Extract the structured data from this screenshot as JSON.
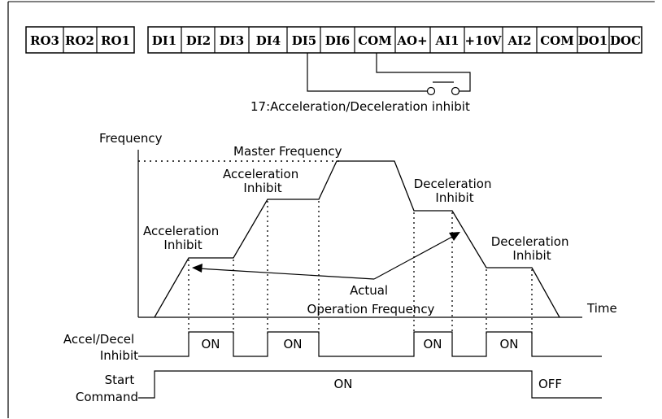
{
  "terminals": {
    "relay_group": [
      "RO3",
      "RO2",
      "RO1"
    ],
    "io_group": [
      "DI1",
      "DI2",
      "DI3",
      "DI4",
      "DI5",
      "DI6",
      "COM",
      "AO+",
      "AI1",
      "+10V",
      "AI2",
      "COM",
      "DO1",
      "DOC"
    ]
  },
  "wiring_caption": "17:Acceleration/Deceleration inhibit",
  "graph": {
    "y_axis_label": "Frequency",
    "x_axis_label": "Time",
    "master_frequency_label": "Master Frequency",
    "annotation_accel_1": [
      "Acceleration",
      "Inhibit"
    ],
    "annotation_accel_2": [
      "Acceleration",
      "Inhibit"
    ],
    "annotation_decel_1": [
      "Deceleration",
      "Inhibit"
    ],
    "annotation_decel_2": [
      "Deceleration",
      "Inhibit"
    ],
    "actual_label": [
      "Actual",
      "Operation Frequency"
    ]
  },
  "signals": {
    "inhibit_label": [
      "Accel/Decel",
      "Inhibit"
    ],
    "inhibit_pulse_label": "ON",
    "start_label": [
      "Start",
      "Command"
    ],
    "start_on_label": "ON",
    "start_off_label": "OFF"
  }
}
